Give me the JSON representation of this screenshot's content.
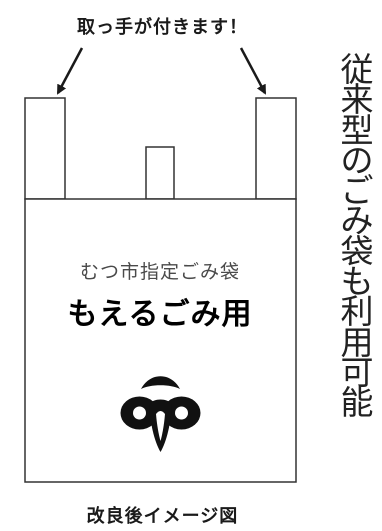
{
  "handle_note": "取っ手が付きます！",
  "bag": {
    "line1": "むつ市指定ごみ袋",
    "line2": "もえるごみ用",
    "emblem_icon": "mutsu-city-emblem-icon"
  },
  "caption": "改良後イメージ図",
  "side_note": "従来型のごみ袋も利用可能",
  "colors": {
    "ink": "#1a1a1a",
    "line": "#333333",
    "background": "#ffffff"
  }
}
